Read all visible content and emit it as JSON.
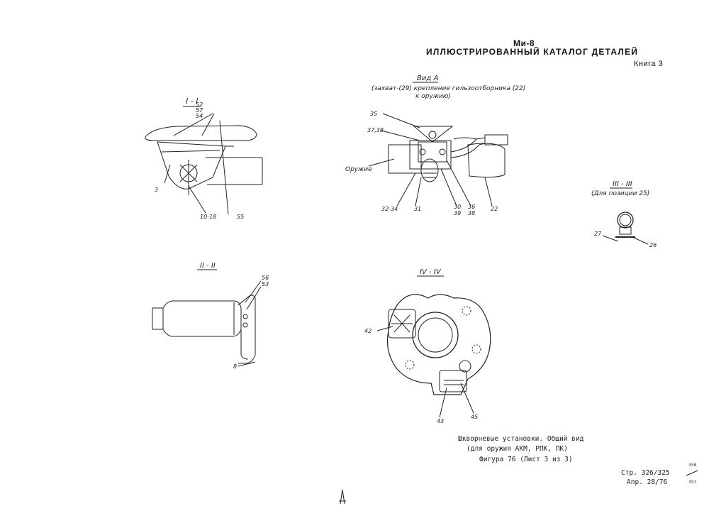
{
  "header": {
    "title": "Ми-8",
    "subtitle": "ИЛЛЮСТРИРОВАННЫЙ  КАТАЛОГ  ДЕТАЛЕЙ",
    "book": "Книга  3"
  },
  "views": {
    "section_1": {
      "title": "I - I",
      "labels": [
        "52",
        "57",
        "54",
        "3",
        "10-18",
        "55"
      ]
    },
    "view_a": {
      "title": "Вид А",
      "subtitle_line1": "(захват-(29) крепление гильзоотборника (22)",
      "subtitle_line2": "к оружию)",
      "labels": [
        "35",
        "37,38",
        "Оружие",
        "32-34",
        "31",
        "30",
        "39",
        "36",
        "38",
        "22"
      ]
    },
    "section_3": {
      "title": "III - III",
      "subtitle": "(Для позиции 25)",
      "labels": [
        "27",
        "26"
      ]
    },
    "section_2": {
      "title": "II - II",
      "labels": [
        "56",
        "53",
        "8"
      ]
    },
    "section_4": {
      "title": "IV - IV",
      "labels": [
        "42",
        "43",
        "45"
      ]
    }
  },
  "caption": {
    "line1": "Шкворневые установки. Общий вид",
    "line2": "(для оружия АКМ, РПК, ПК)",
    "line3": "Фигура 76 (Лист 3 из 3)"
  },
  "footer": {
    "page": "Стр. 326/325",
    "revision": "Апр. 28/76",
    "sheet_top": "358",
    "sheet_bottom": "357"
  }
}
